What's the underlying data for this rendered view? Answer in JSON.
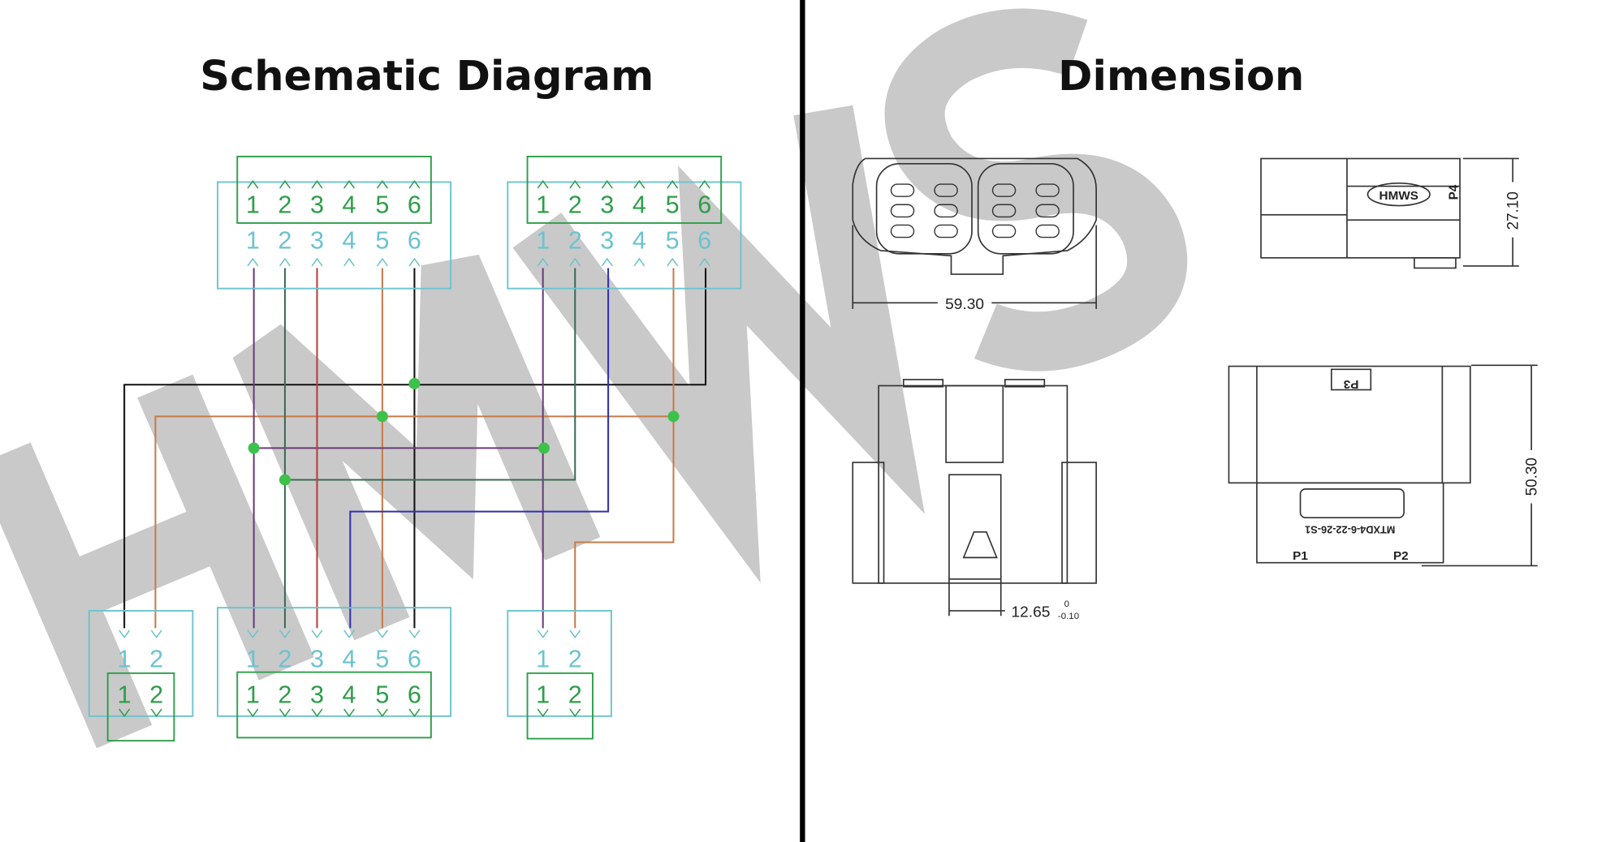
{
  "titles": {
    "schematic": "Schematic Diagram",
    "dimension": "Dimension"
  },
  "watermark": "HMWS",
  "pins6": [
    "1",
    "2",
    "3",
    "4",
    "5",
    "6"
  ],
  "pins2": [
    "1",
    "2"
  ],
  "dimensions": {
    "width": "59.30",
    "height_side": "27.10",
    "length": "50.30",
    "slot": "12.65",
    "tol_upper": "0",
    "tol_lower": "-0.10"
  },
  "part_labels": {
    "logo": "HMWS",
    "p1": "P1",
    "p2": "P2",
    "p3": "P3",
    "p4": "P4",
    "part_number": "MTXD4-6-22-26-S1"
  },
  "colors": {
    "green": "#2e9e4a",
    "cyan": "#6cc3cf",
    "junction": "#3cc24a",
    "black": "#111111",
    "orange": "#c87a4a",
    "purple": "#6a3d7a",
    "darkgreen": "#3d6b55",
    "red": "#b83a3a",
    "blue": "#3030b0"
  }
}
